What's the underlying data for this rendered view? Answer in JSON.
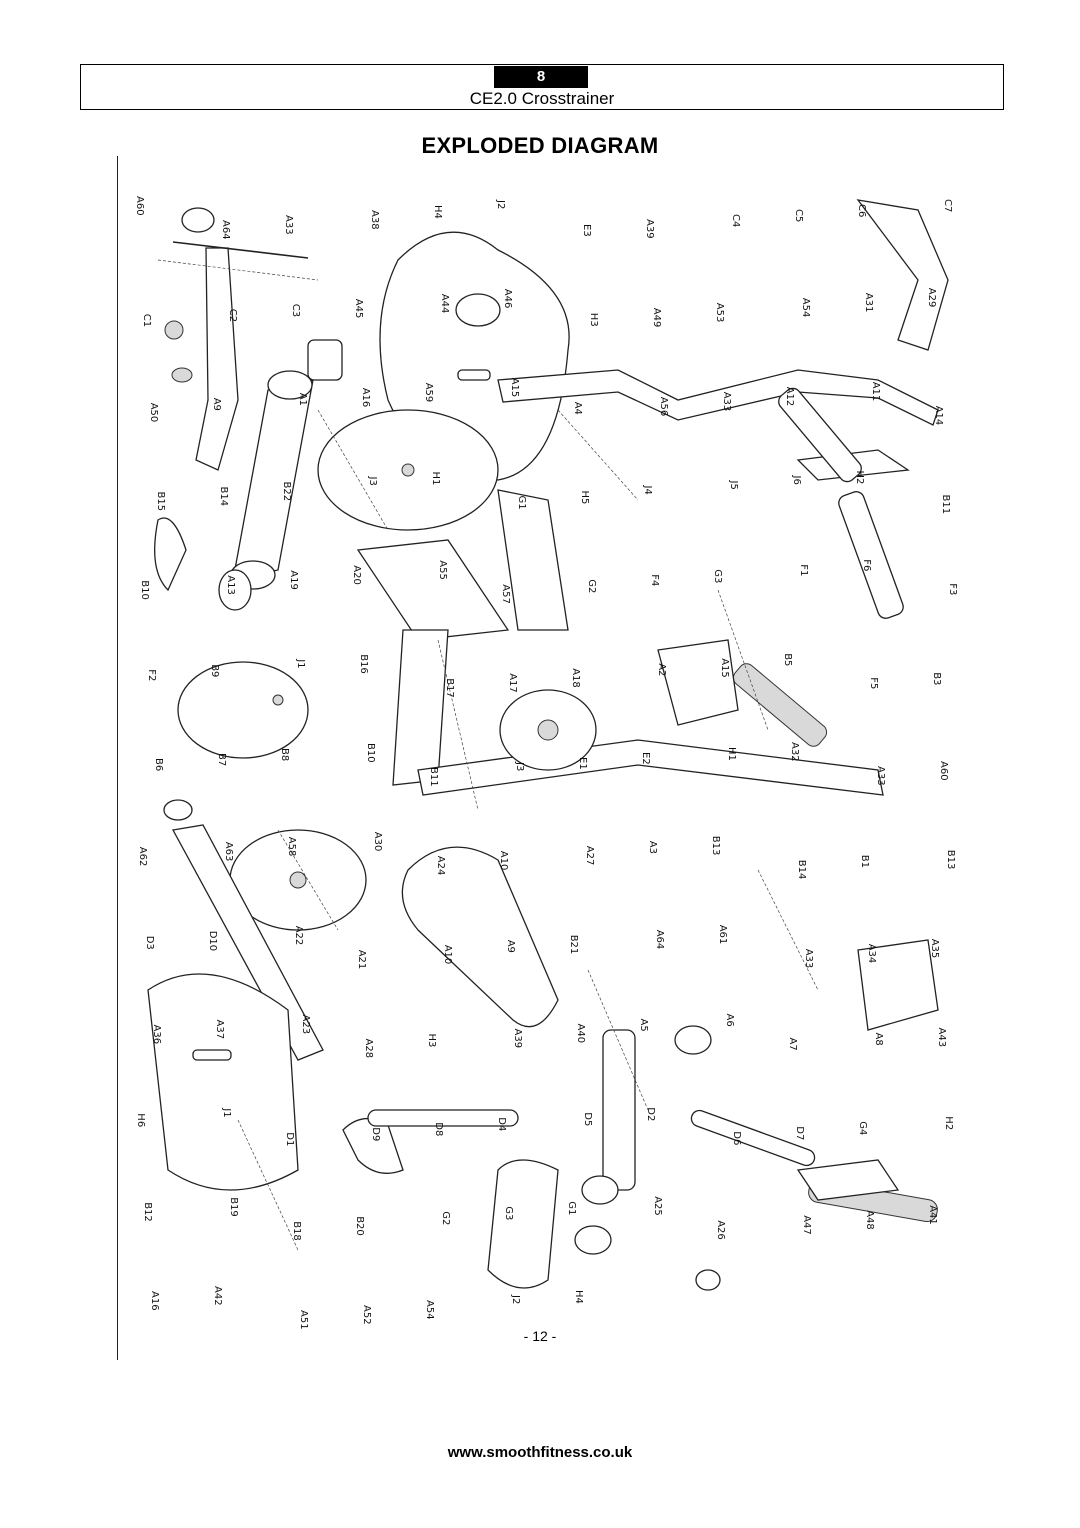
{
  "header": {
    "page_badge": "8",
    "product_name": "CE2.0 Crosstrainer"
  },
  "title": "EXPLODED DIAGRAM",
  "diagram": {
    "part_labels": [
      "A60",
      "A64",
      "A33",
      "A38",
      "H4",
      "J2",
      "E3",
      "A39",
      "C4",
      "C5",
      "C6",
      "C7",
      "C1",
      "C2",
      "C3",
      "A45",
      "A44",
      "A46",
      "H3",
      "A49",
      "A53",
      "A54",
      "A31",
      "A29",
      "A50",
      "A9",
      "A1",
      "A16",
      "A59",
      "A15",
      "A4",
      "A56",
      "A33",
      "A12",
      "A11",
      "A14",
      "B15",
      "B14",
      "B22",
      "J3",
      "H1",
      "G1",
      "H5",
      "J4",
      "J5",
      "J6",
      "H2",
      "B11",
      "B10",
      "A13",
      "A19",
      "A20",
      "A55",
      "A57",
      "G2",
      "F4",
      "G3",
      "F1",
      "F6",
      "F3",
      "F2",
      "B9",
      "J1",
      "B16",
      "B17",
      "A17",
      "A18",
      "A2",
      "A15",
      "B5",
      "F5",
      "B3",
      "B6",
      "B7",
      "B8",
      "B10",
      "B11",
      "J3",
      "E1",
      "E2",
      "H1",
      "A32",
      "A33",
      "A60",
      "A62",
      "A63",
      "A58",
      "A30",
      "A24",
      "A10",
      "A27",
      "A3",
      "B13",
      "B14",
      "B1",
      "B13",
      "D3",
      "D10",
      "A22",
      "A21",
      "A10",
      "A9",
      "B21",
      "A64",
      "A61",
      "A33",
      "A34",
      "A35",
      "A36",
      "A37",
      "A23",
      "A28",
      "H3",
      "A39",
      "A40",
      "A5",
      "A6",
      "A7",
      "A8",
      "A43",
      "H6",
      "J1",
      "D1",
      "D9",
      "D8",
      "D4",
      "D5",
      "D2",
      "D6",
      "D7",
      "G4",
      "H2",
      "B12",
      "B19",
      "B18",
      "B20",
      "G2",
      "G3",
      "G1",
      "A25",
      "A26",
      "A47",
      "A48",
      "A41",
      "A16",
      "A42",
      "A51",
      "A52",
      "A54",
      "J2",
      "H4"
    ]
  },
  "footer": {
    "page_number": "- 12 -",
    "website": "www.smoothfitness.co.uk"
  }
}
